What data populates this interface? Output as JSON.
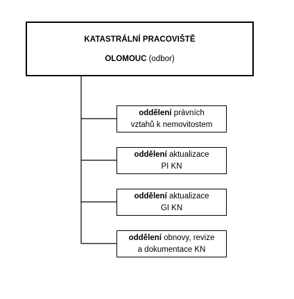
{
  "root": {
    "title": "KATASTRÁLNÍ PRACOVIŠTĚ",
    "name_bold": "OLOMOUC",
    "name_rest": " (odbor)"
  },
  "departments": [
    {
      "bold": "oddělení",
      "rest": " právních",
      "line2": "vztahů k nemovitostem"
    },
    {
      "bold": "oddělení",
      "rest": " aktualizace",
      "line2": "PI KN"
    },
    {
      "bold": "oddělení",
      "rest": " aktualizace",
      "line2": "GI KN"
    },
    {
      "bold": "oddělení",
      "rest": " obnovy, revize",
      "line2": "a dokumentace KN"
    }
  ],
  "colors": {
    "line": "#000000",
    "background": "#ffffff"
  }
}
